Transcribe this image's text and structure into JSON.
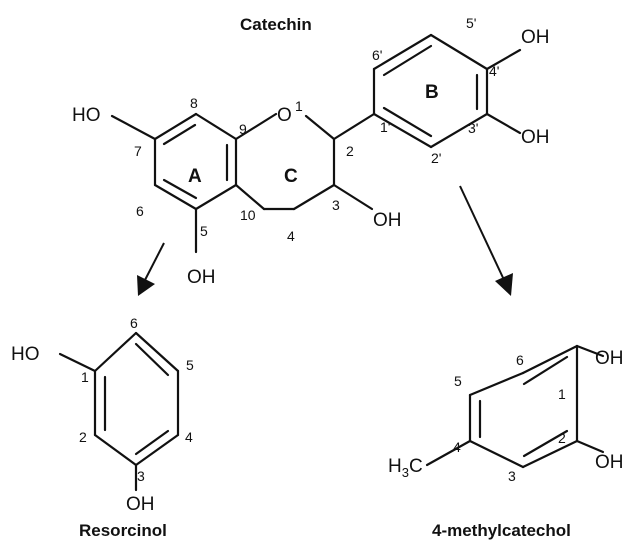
{
  "catechin": {
    "title": "Catechin",
    "ring_labels": {
      "a": "A",
      "b": "B",
      "c": "C"
    },
    "atoms": {
      "ho_7": "HO",
      "o_ring": "O",
      "oh_3": "OH",
      "oh_5": "OH",
      "oh_4p": "OH",
      "oh_3p": "OH"
    },
    "positions": {
      "p1": "1",
      "p2": "2",
      "p3": "3",
      "p4": "4",
      "p5": "5",
      "p6": "6",
      "p7": "7",
      "p8": "8",
      "p9": "9",
      "p10": "10",
      "p1p": "1'",
      "p2p": "2'",
      "p3p": "3'",
      "p4p": "4'",
      "p5p": "5'",
      "p6p": "6'"
    }
  },
  "resorcinol": {
    "title": "Resorcinol",
    "atoms": {
      "ho_1": "HO",
      "oh_3": "OH"
    },
    "positions": {
      "p1": "1",
      "p2": "2",
      "p3": "3",
      "p4": "4",
      "p5": "5",
      "p6": "6"
    }
  },
  "methylcatechol": {
    "title": "4-methylcatechol",
    "atoms": {
      "h": "H",
      "sub3": "3",
      "c": "C",
      "oh_1": "OH",
      "oh_2": "OH"
    },
    "positions": {
      "p1": "1",
      "p2": "2",
      "p3": "3",
      "p4": "4",
      "p5": "5",
      "p6": "6"
    }
  }
}
